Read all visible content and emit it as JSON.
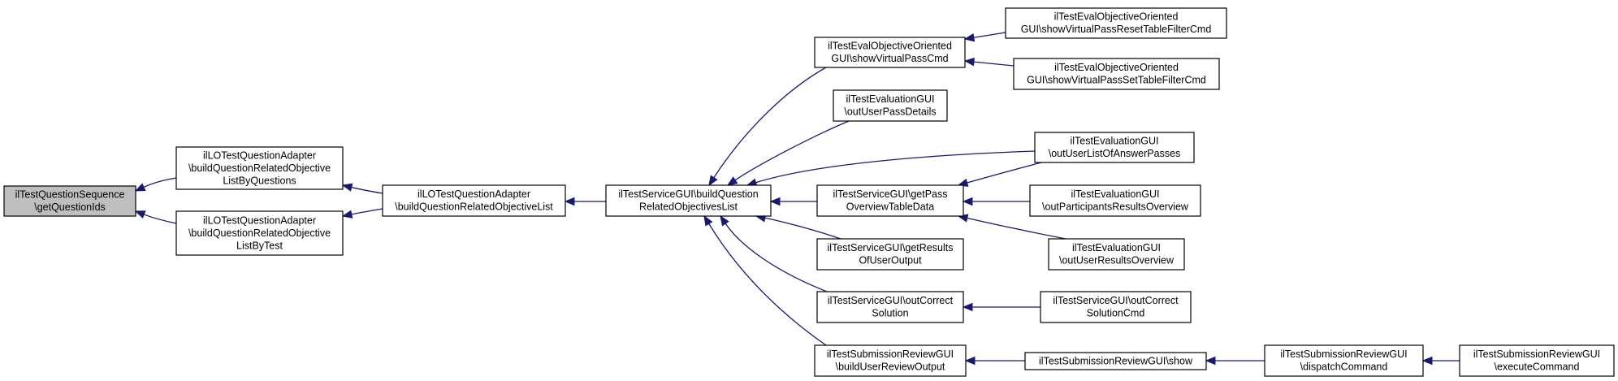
{
  "diagram": {
    "node_fill": "#ffffff",
    "highlight_fill": "#bfbfbf",
    "edge_color": "#191970",
    "nodes": [
      {
        "id": "root",
        "highlighted": true,
        "lines": [
          "ilTestQuestionSequence",
          "\\getQuestionIds"
        ]
      },
      {
        "id": "lo_by_questions",
        "highlighted": false,
        "lines": [
          "ilLOTestQuestionAdapter",
          "\\buildQuestionRelatedObjective",
          "ListByQuestions"
        ]
      },
      {
        "id": "lo_by_test",
        "highlighted": false,
        "lines": [
          "ilLOTestQuestionAdapter",
          "\\buildQuestionRelatedObjective",
          "ListByTest"
        ]
      },
      {
        "id": "lo_list",
        "highlighted": false,
        "lines": [
          "ilLOTestQuestionAdapter",
          "\\buildQuestionRelatedObjectiveList"
        ]
      },
      {
        "id": "service_build",
        "highlighted": false,
        "lines": [
          "ilTestServiceGUI\\buildQuestion",
          "RelatedObjectivesList"
        ]
      },
      {
        "id": "eval_obj_pass",
        "highlighted": false,
        "lines": [
          "ilTestEvalObjectiveOriented",
          "GUI\\showVirtualPassCmd"
        ]
      },
      {
        "id": "eval_obj_reset",
        "highlighted": false,
        "lines": [
          "ilTestEvalObjectiveOriented",
          "GUI\\showVirtualPassResetTableFilterCmd"
        ]
      },
      {
        "id": "eval_obj_set",
        "highlighted": false,
        "lines": [
          "ilTestEvalObjectiveOriented",
          "GUI\\showVirtualPassSetTableFilterCmd"
        ]
      },
      {
        "id": "eval_pass_details",
        "highlighted": false,
        "lines": [
          "ilTestEvaluationGUI",
          "\\outUserPassDetails"
        ]
      },
      {
        "id": "eval_answer_passes",
        "highlighted": false,
        "lines": [
          "ilTestEvaluationGUI",
          "\\outUserListOfAnswerPasses"
        ]
      },
      {
        "id": "service_pass_overview",
        "highlighted": false,
        "lines": [
          "ilTestServiceGUI\\getPass",
          "OverviewTableData"
        ]
      },
      {
        "id": "eval_participants",
        "highlighted": false,
        "lines": [
          "ilTestEvaluationGUI",
          "\\outParticipantsResultsOverview"
        ]
      },
      {
        "id": "eval_user_results",
        "highlighted": false,
        "lines": [
          "ilTestEvaluationGUI",
          "\\outUserResultsOverview"
        ]
      },
      {
        "id": "service_results",
        "highlighted": false,
        "lines": [
          "ilTestServiceGUI\\getResults",
          "OfUserOutput"
        ]
      },
      {
        "id": "service_correct",
        "highlighted": false,
        "lines": [
          "ilTestServiceGUI\\outCorrect",
          "Solution"
        ]
      },
      {
        "id": "service_correct_cmd",
        "highlighted": false,
        "lines": [
          "ilTestServiceGUI\\outCorrect",
          "SolutionCmd"
        ]
      },
      {
        "id": "review_build",
        "highlighted": false,
        "lines": [
          "ilTestSubmissionReviewGUI",
          "\\buildUserReviewOutput"
        ]
      },
      {
        "id": "review_show",
        "highlighted": false,
        "lines": [
          "ilTestSubmissionReviewGUI\\show"
        ]
      },
      {
        "id": "review_dispatch",
        "highlighted": false,
        "lines": [
          "ilTestSubmissionReviewGUI",
          "\\dispatchCommand"
        ]
      },
      {
        "id": "review_execute",
        "highlighted": false,
        "lines": [
          "ilTestSubmissionReviewGUI",
          "\\executeCommand"
        ]
      }
    ],
    "edges": [
      {
        "from": "lo_by_questions",
        "to": "root"
      },
      {
        "from": "lo_by_test",
        "to": "root"
      },
      {
        "from": "lo_list",
        "to": "lo_by_questions"
      },
      {
        "from": "lo_list",
        "to": "lo_by_test"
      },
      {
        "from": "service_build",
        "to": "lo_list"
      },
      {
        "from": "eval_obj_pass",
        "to": "service_build"
      },
      {
        "from": "eval_pass_details",
        "to": "service_build"
      },
      {
        "from": "eval_answer_passes",
        "to": "service_build"
      },
      {
        "from": "service_pass_overview",
        "to": "service_build"
      },
      {
        "from": "service_results",
        "to": "service_build"
      },
      {
        "from": "service_correct",
        "to": "service_build"
      },
      {
        "from": "review_build",
        "to": "service_build"
      },
      {
        "from": "eval_obj_reset",
        "to": "eval_obj_pass"
      },
      {
        "from": "eval_obj_set",
        "to": "eval_obj_pass"
      },
      {
        "from": "eval_answer_passes",
        "to": "service_pass_overview"
      },
      {
        "from": "eval_participants",
        "to": "service_pass_overview"
      },
      {
        "from": "eval_user_results",
        "to": "service_pass_overview"
      },
      {
        "from": "service_correct_cmd",
        "to": "service_correct"
      },
      {
        "from": "review_show",
        "to": "review_build"
      },
      {
        "from": "review_dispatch",
        "to": "review_show"
      },
      {
        "from": "review_execute",
        "to": "review_dispatch"
      }
    ]
  }
}
